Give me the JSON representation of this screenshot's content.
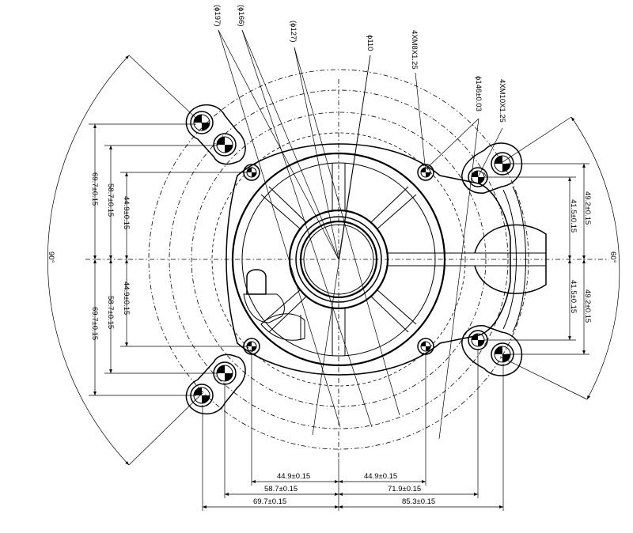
{
  "callouts": {
    "d197": "(ϕ197)",
    "d166": "(ϕ166)",
    "d127": "(ϕ127)",
    "d110": "ϕ110",
    "m8": "4XM8X1.25",
    "d146": "ϕ146±0.03",
    "m10": "4XM10X1.25"
  },
  "angles": {
    "left": "90°",
    "right": "60°"
  },
  "left_dims": {
    "top_outer": "69.7±0.15",
    "top_mid": "58.7±0.15",
    "top_inner": "44.9±0.15",
    "bot_inner": "44.9±0.15",
    "bot_mid": "58.7±0.15",
    "bot_outer": "69.7±0.15"
  },
  "right_dims": {
    "top_outer": "49.2±0.15",
    "top_inner": "41.5±0.15",
    "bot_inner": "41.5±0.15",
    "bot_outer": "49.2±0.15"
  },
  "bottom_dims": {
    "l1": "44.9±0.15",
    "l2": "58.7±0.15",
    "l3": "69.7±0.15",
    "r1": "44.9±0.15",
    "r2": "71.9±0.15",
    "r3": "85.3±0.15"
  }
}
